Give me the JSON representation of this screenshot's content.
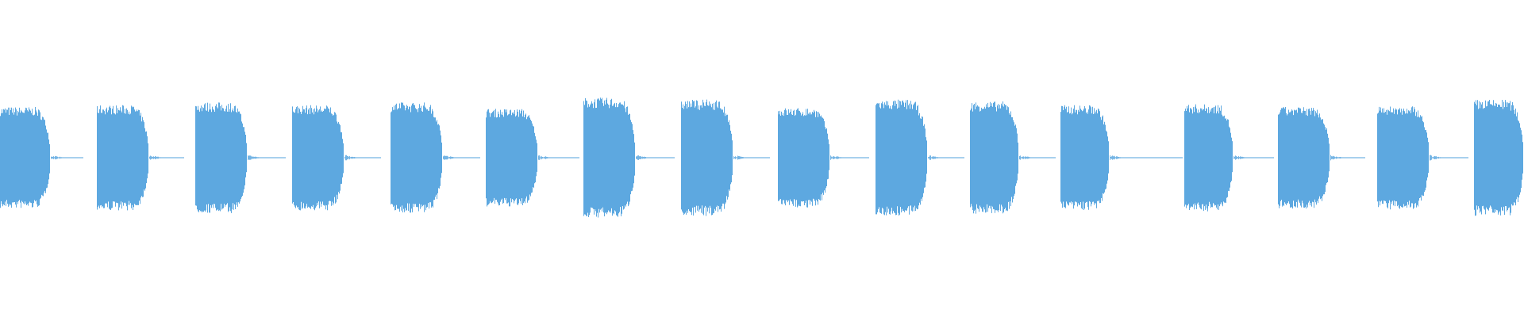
{
  "waveform": {
    "color": "#5DA8E0",
    "background": "#ffffff",
    "burst_count": 16,
    "burst_peak_levels": [
      0.55,
      0.57,
      0.6,
      0.57,
      0.6,
      0.53,
      0.65,
      0.63,
      0.54,
      0.63,
      0.61,
      0.57,
      0.58,
      0.55,
      0.56,
      0.63
    ],
    "has_quiet_gaps": true
  }
}
